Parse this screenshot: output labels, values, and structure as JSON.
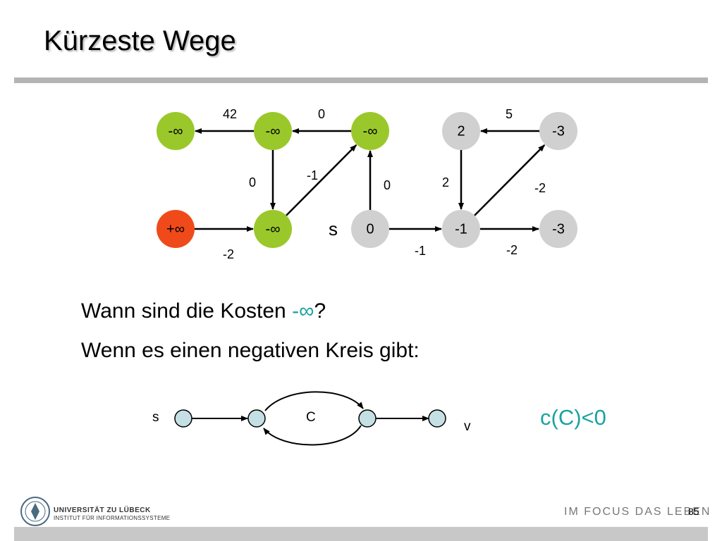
{
  "slide": {
    "title": "Kürzeste Wege",
    "question_prefix": "Wann sind die Kosten ",
    "question_highlight": "-∞",
    "question_suffix": "?",
    "answer": "Wenn es einen negativen Kreis gibt:",
    "cycle_condition": "c(C)<0",
    "page_number": "85",
    "footer_slogan": "IM FOCUS DAS LEBEN",
    "university": "UNIVERSITÄT ZU LÜBECK",
    "institute": "INSTITUT FÜR INFORMATIONSSYSTEME"
  },
  "colors": {
    "green_node": "#9ac82a",
    "red_node": "#f04a1a",
    "gray_node": "#d0d0d0",
    "cycle_node": "#c5e0e4",
    "accent": "#1aa3a0"
  },
  "graph": {
    "source_label": "s",
    "nodes": [
      {
        "label": "-∞",
        "kind": "green"
      },
      {
        "label": "-∞",
        "kind": "green"
      },
      {
        "label": "-∞",
        "kind": "green"
      },
      {
        "label": "2",
        "kind": "gray"
      },
      {
        "label": "-3",
        "kind": "gray"
      },
      {
        "label": "+∞",
        "kind": "red"
      },
      {
        "label": "-∞",
        "kind": "green"
      },
      {
        "label": "0",
        "kind": "gray"
      },
      {
        "label": "-1",
        "kind": "gray"
      },
      {
        "label": "-3",
        "kind": "gray"
      }
    ],
    "edges": [
      {
        "from": 1,
        "to": 0,
        "weight": "42"
      },
      {
        "from": 2,
        "to": 1,
        "weight": "0"
      },
      {
        "from": 4,
        "to": 3,
        "weight": "5"
      },
      {
        "from": 1,
        "to": 6,
        "weight": "0"
      },
      {
        "from": 6,
        "to": 2,
        "weight": "-1"
      },
      {
        "from": 7,
        "to": 2,
        "weight": "0"
      },
      {
        "from": 3,
        "to": 8,
        "weight": "2"
      },
      {
        "from": 8,
        "to": 4,
        "weight": "-2"
      },
      {
        "from": 5,
        "to": 6,
        "weight": "-2"
      },
      {
        "from": 7,
        "to": 8,
        "weight": "-1"
      },
      {
        "from": 8,
        "to": 9,
        "weight": "-2"
      }
    ]
  },
  "cycle_diagram": {
    "s_label": "s",
    "c_label": "C",
    "v_label": "v"
  }
}
